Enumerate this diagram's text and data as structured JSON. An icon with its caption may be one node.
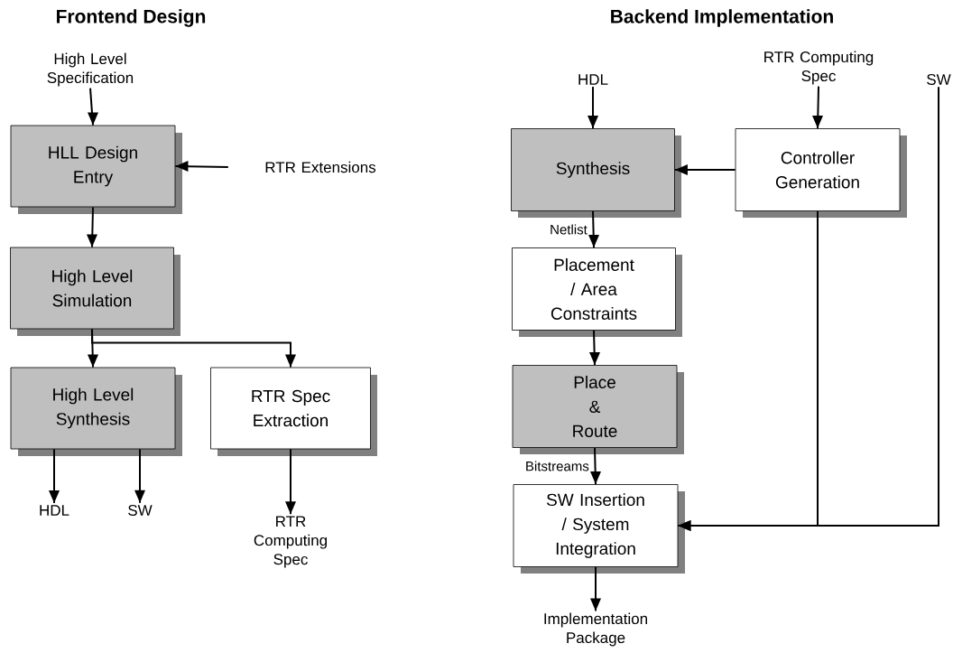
{
  "diagram": {
    "nodes": [
      {
        "text": [
          "High Level Specification"
        ]
      },
      {
        "text": [
          "HLL Design Entry"
        ]
      },
      {
        "text": [
          "RTR Extensions"
        ]
      },
      {
        "text": [
          "High Level Simulation"
        ]
      },
      {
        "text": [
          "High Level Synthesis"
        ]
      },
      {
        "text": [
          "RTR Spec Extraction"
        ]
      },
      {
        "text": [
          "HDL"
        ]
      },
      {
        "text": [
          "SW"
        ]
      },
      {
        "text": [
          "RTR Computing Spec"
        ]
      },
      {
        "text": [
          "HDL"
        ]
      },
      {
        "text": [
          "RTR Computing Spec"
        ]
      },
      {
        "text": [
          "SW"
        ]
      },
      {
        "text": [
          "Synthesis"
        ]
      },
      {
        "text": [
          "Controller Generation"
        ]
      },
      {
        "text": [
          "Placement / Area Constraints"
        ]
      },
      {
        "text": [
          "Place & Route"
        ]
      },
      {
        "text": [
          "SW Insertion / System Integration"
        ]
      },
      {
        "text": [
          "Implementation Package"
        ]
      }
    ],
    "edges": [
      {
        "from": 0,
        "to": 1,
        "arrow": "to"
      },
      {
        "from": 2,
        "to": 1,
        "arrow": "to"
      },
      {
        "from": 1,
        "to": 3,
        "arrow": "to"
      },
      {
        "from": 3,
        "to": 4,
        "arrow": "to"
      },
      {
        "from": 3,
        "to": 5,
        "arrow": "to"
      },
      {
        "from": 4,
        "to": 6,
        "arrow": "to"
      },
      {
        "from": 4,
        "to": 7,
        "arrow": "to"
      },
      {
        "from": 5,
        "to": 8,
        "arrow": "to"
      },
      {
        "from": 9,
        "to": 12,
        "arrow": "to"
      },
      {
        "from": 10,
        "to": 13,
        "arrow": "to"
      },
      {
        "from": 13,
        "to": 12,
        "arrow": "to"
      },
      {
        "from": 12,
        "to": 14,
        "arrow": "to",
        "label": "Netlist"
      },
      {
        "from": 14,
        "to": 15,
        "arrow": "to"
      },
      {
        "from": 15,
        "to": 16,
        "arrow": "to",
        "label": "Bitstreams"
      },
      {
        "from": 13,
        "to": 16,
        "arrow": "to"
      },
      {
        "from": 11,
        "to": 16,
        "arrow": "to"
      },
      {
        "from": 16,
        "to": 17,
        "arrow": "to"
      }
    ],
    "labels": [
      "Frontend Design",
      "Backend Implementation"
    ]
  }
}
